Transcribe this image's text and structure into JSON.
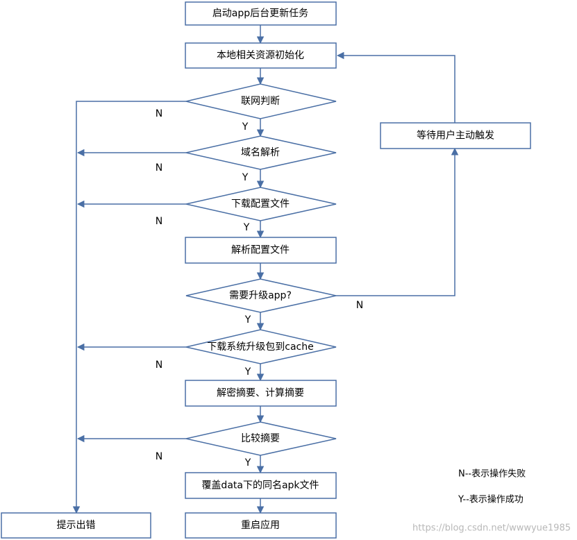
{
  "steps": {
    "start": "启动app后台更新任务",
    "init": "本地相关资源初始化",
    "net_check": "联网判断",
    "dns": "域名解析",
    "download_config": "下载配置文件",
    "parse_config": "解析配置文件",
    "need_upgrade": "需要升级app?",
    "download_package": "下载系统升级包到cache",
    "digest": "解密摘要、计算摘要",
    "compare": "比较摘要",
    "overwrite": "覆盖data下的同名apk文件",
    "restart": "重启应用",
    "error": "提示出错",
    "wait_user": "等待用户主动触发"
  },
  "labels": {
    "yes": "Y",
    "no": "N"
  },
  "legend": {
    "no_meaning": "N--表示操作失败",
    "yes_meaning": "Y--表示操作成功"
  },
  "watermark": "https://blog.csdn.net/wwwyue1985",
  "colors": {
    "border": "#4a6fa5",
    "arrow": "#4a6fa5",
    "fill": "#ffffff"
  }
}
